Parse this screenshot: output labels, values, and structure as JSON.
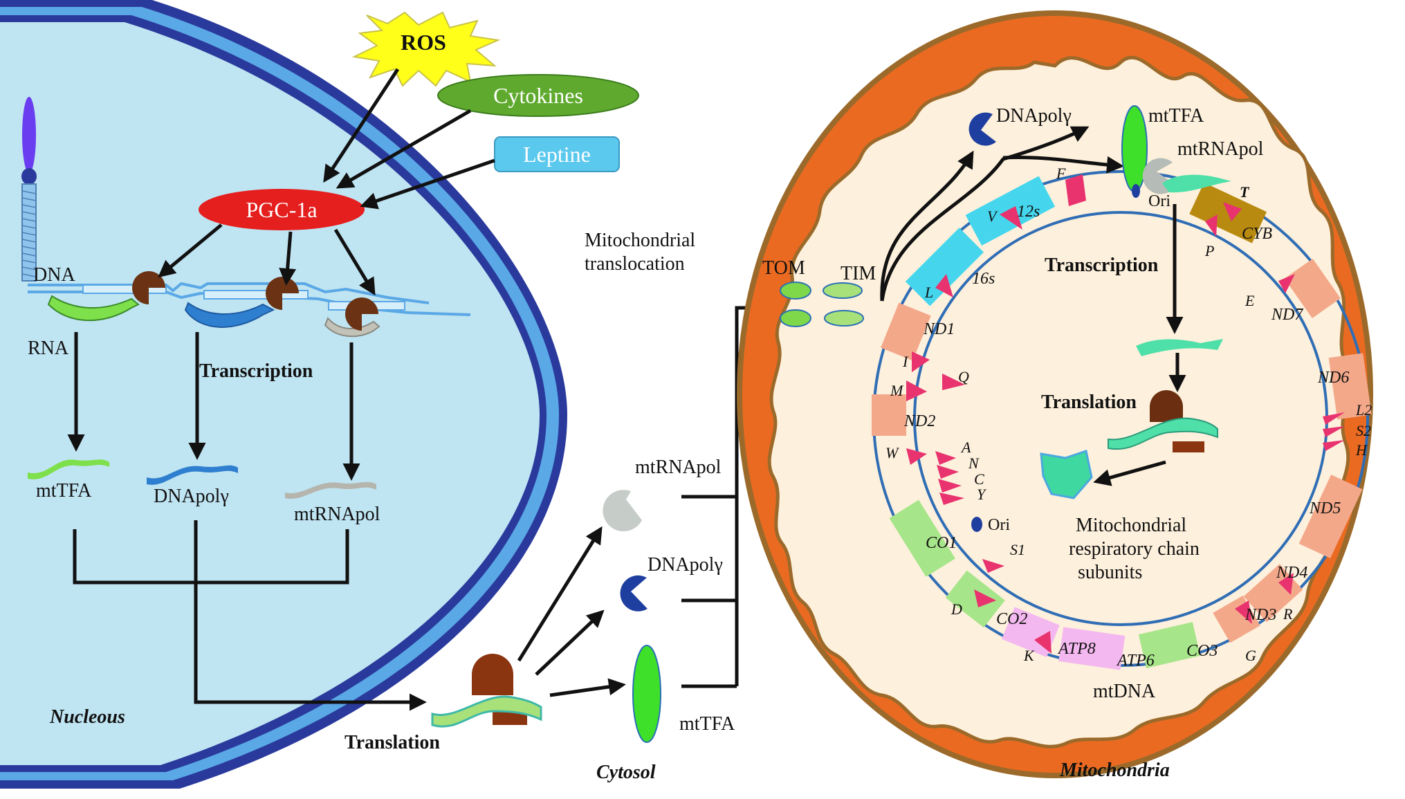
{
  "stimuli": {
    "ros": "ROS",
    "cytokines": "Cytokines",
    "leptine": "Leptine"
  },
  "nucleus": {
    "pgc": "PGC-1a",
    "dna": "DNA",
    "rna": "RNA",
    "transcription": "Transcription",
    "products": {
      "mttfa": "mtTFA",
      "dnapol": "DNApolγ",
      "mtrnapol": "mtRNApol"
    },
    "label": "Nucleous"
  },
  "cytosol": {
    "translocation_line1": "Mitochondrial",
    "translocation_line2": "translocation",
    "translation": "Translation",
    "mtrnapol": "mtRNApol",
    "dnapol": "DNApolγ",
    "mttfa": "mtTFA",
    "label": "Cytosol"
  },
  "mito": {
    "tom": "TOM",
    "tim": "TIM",
    "dnapol": "DNApolγ",
    "mttfa": "mtTFA",
    "mtrnapol": "mtRNApol",
    "ori_top": "Ori",
    "ori_left": "Ori",
    "transcription": "Transcription",
    "translation": "Translation",
    "subunits_line1": "Mitochondrial",
    "subunits_line2": "respiratory chain",
    "subunits_line3": "subunits",
    "mtdna": "mtDNA",
    "label": "Mitochondria",
    "genes": {
      "s12": "12s",
      "s16": "16s",
      "cyb": "CYB",
      "nd7": "ND7",
      "nd6": "ND6",
      "nd5": "ND5",
      "nd4": "ND4",
      "nd3": "ND3",
      "co3": "CO3",
      "atp6": "ATP6",
      "atp8": "ATP8",
      "co2": "CO2",
      "co1": "CO1",
      "nd2": "ND2",
      "nd1": "ND1"
    },
    "trna": {
      "f": "F",
      "v": "V",
      "t": "T",
      "p": "P",
      "e": "E",
      "l": "L",
      "i": "I",
      "q": "Q",
      "m": "M",
      "w": "W",
      "a": "A",
      "n": "N",
      "c": "C",
      "y": "Y",
      "s1": "S1",
      "d": "D",
      "k": "K",
      "g": "G",
      "r": "R",
      "l2": "L2",
      "s2": "S2",
      "h": "H"
    }
  },
  "colors": {
    "nucleus_fill": "#bfe4f2",
    "envelope": "#2a3a9c",
    "pgc": "#e51e1e",
    "cytokines": "#5faa2e",
    "leptine": "#5bc8ee",
    "ros": "#ffff1a",
    "mito_outer": "#ea6a22",
    "mito_inner": "#fdf0dc",
    "ring": "#2f6db5",
    "trna": "#e8336f"
  }
}
